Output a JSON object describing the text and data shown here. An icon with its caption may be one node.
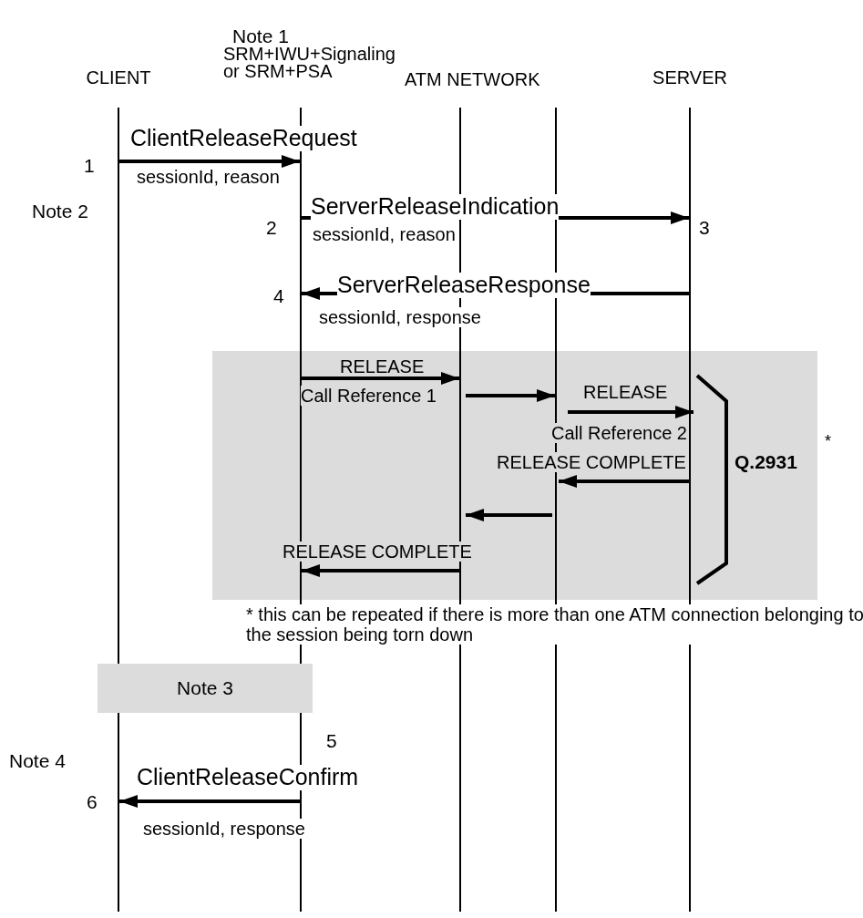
{
  "diagram": {
    "nodes": [
      {
        "text": [
          "CLIENT"
        ]
      },
      {
        "text": [
          "SRM+IWU+Signaling or SRM+PSA"
        ]
      },
      {
        "text": [],
        "shape": "bar"
      },
      {
        "text": [],
        "shape": "bar"
      },
      {
        "text": [
          "SERVER"
        ]
      },
      {
        "text": [
          "Note 3"
        ]
      }
    ],
    "edges": [
      {
        "from": 0,
        "to": 1,
        "arrow": "to",
        "label": "ClientReleaseRequest"
      },
      {
        "from": 1,
        "to": 4,
        "arrow": "to",
        "label": "ServerReleaseIndication"
      },
      {
        "from": 4,
        "to": 1,
        "arrow": "to",
        "label": "ServerReleaseResponse"
      },
      {
        "from": 1,
        "to": 2,
        "arrow": "to",
        "label": "RELEASE"
      },
      {
        "from": 2,
        "to": 3,
        "arrow": "to"
      },
      {
        "from": 3,
        "to": 4,
        "arrow": "to",
        "label": "RELEASE"
      },
      {
        "from": 4,
        "to": 3,
        "arrow": "to",
        "label": "RELEASE COMPLETE"
      },
      {
        "from": 3,
        "to": 2,
        "arrow": "to"
      },
      {
        "from": 2,
        "to": 1,
        "arrow": "to",
        "label": "RELEASE COMPLETE"
      },
      {
        "from": 1,
        "to": 0,
        "arrow": "to",
        "label": "ClientReleaseConfirm"
      }
    ],
    "labels": [
      "Note 1",
      "ATM NETWORK",
      "1",
      "sessionId, reason",
      "Note 2",
      "2",
      "3",
      "sessionId, reason",
      "4",
      "sessionId, response",
      "Call Reference 1",
      "Call Reference 2",
      "*",
      "Q.2931",
      "* this can be repeated if there is more than one ATM connection belonging to the session being torn down",
      "5",
      "Note 4",
      "6",
      "sessionId, response"
    ]
  }
}
